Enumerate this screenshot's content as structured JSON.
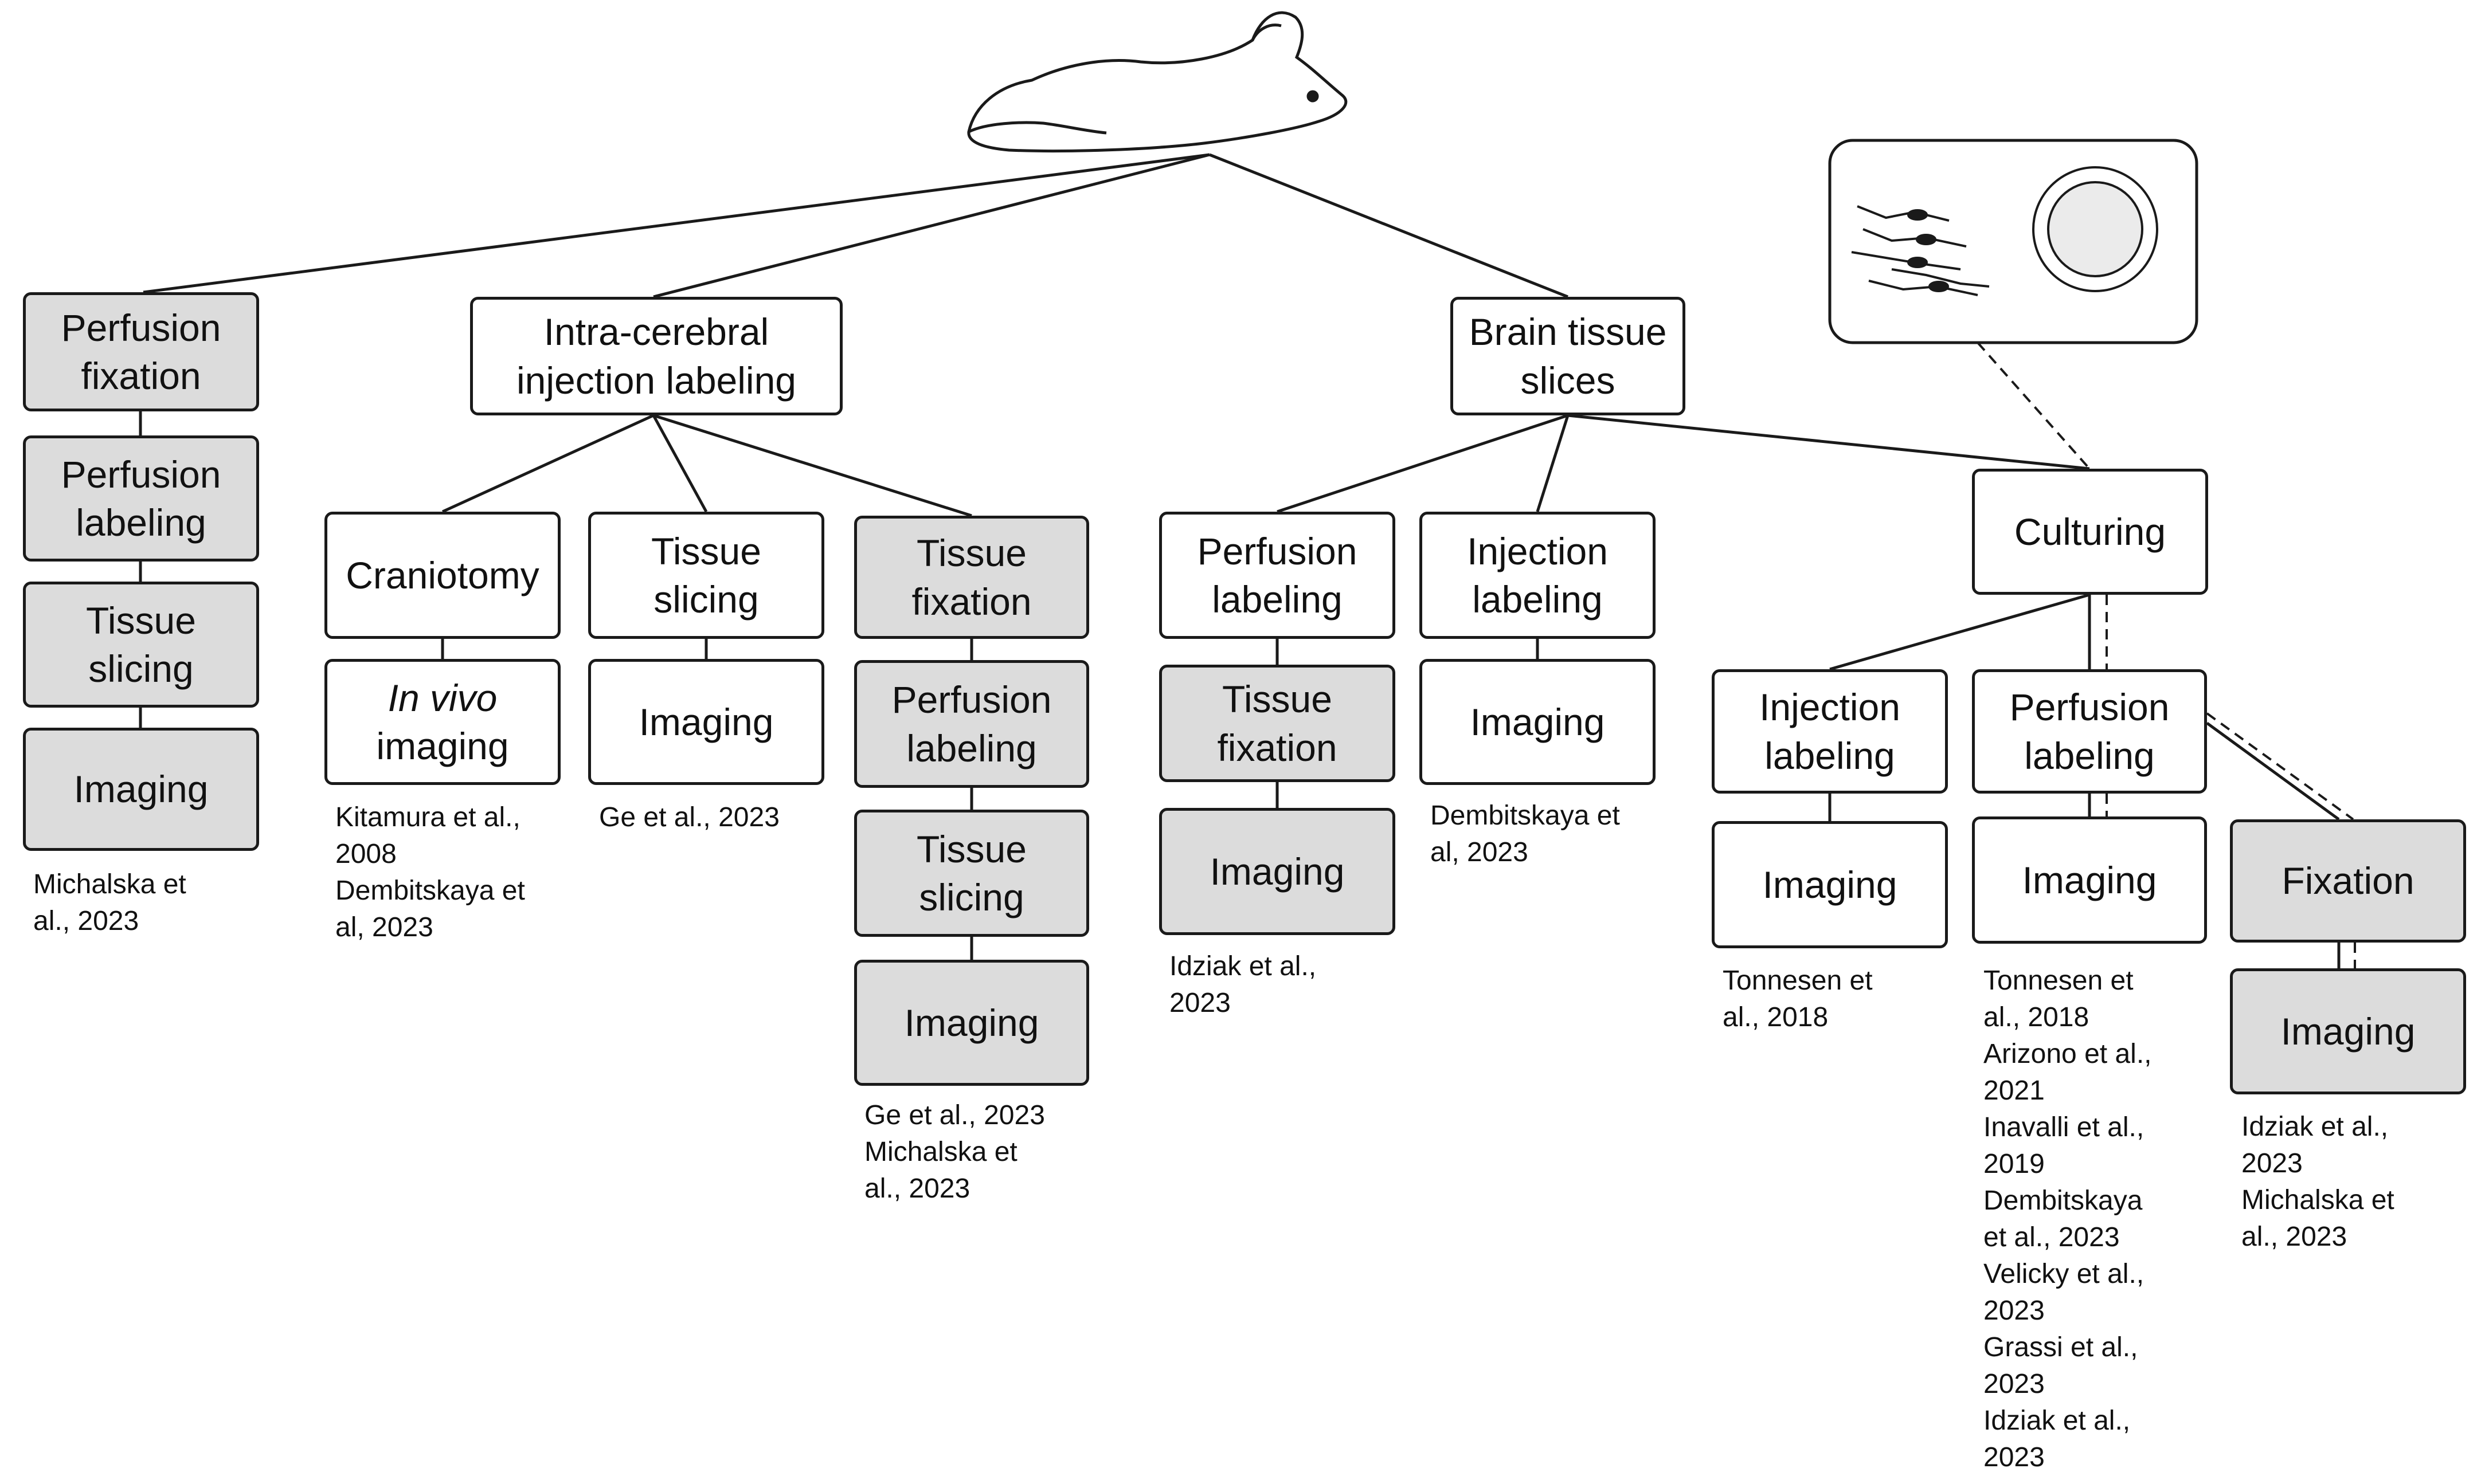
{
  "root": {
    "icon": "mouse-icon"
  },
  "inset": {
    "icons": [
      "neurons-icon",
      "organoid-icon"
    ]
  },
  "col1": {
    "steps": [
      "Perfusion\nfixation",
      "Perfusion\nlabeling",
      "Tissue\nslicing",
      "Imaging"
    ],
    "citation": "Michalska et\nal., 2023"
  },
  "intracerebral": {
    "label": "Intra-cerebral\ninjection labeling",
    "craniotomy": {
      "label": "Craniotomy",
      "imaging_em": "In vivo",
      "imaging_rest": "imaging",
      "citation": "Kitamura et al.,\n2008\nDembitskaya et\nal, 2023"
    },
    "tissue_slicing": {
      "label": "Tissue\nslicing",
      "imaging": "Imaging",
      "citation": "Ge et al., 2023"
    },
    "fixation_branch": {
      "steps": [
        "Tissue\nfixation",
        "Perfusion\nlabeling",
        "Tissue\nslicing",
        "Imaging"
      ],
      "citation": "Ge et al., 2023\nMichalska et\nal., 2023"
    }
  },
  "brain_slices": {
    "label": "Brain tissue\nslices",
    "perfusion_branch": {
      "steps": [
        "Perfusion\nlabeling",
        "Tissue\nfixation",
        "Imaging"
      ],
      "citation": "Idziak et al.,\n2023"
    },
    "injection_branch": {
      "steps": [
        "Injection\nlabeling",
        "Imaging"
      ],
      "citation": "Dembitskaya et\nal, 2023"
    },
    "culturing": {
      "label": "Culturing",
      "injection_branch": {
        "steps": [
          "Injection\nlabeling",
          "Imaging"
        ],
        "citation": "Tonnesen et\nal., 2018"
      },
      "perfusion_branch": {
        "steps": [
          "Perfusion\nlabeling",
          "Imaging"
        ],
        "citation": "Tonnesen et\nal., 2018\nArizono et al.,\n2021\nInavalli et al.,\n2019\nDembitskaya\net al., 2023\nVelicky et al.,\n2023\nGrassi et al.,\n2023\nIdziak et al.,\n2023"
      },
      "fixation_branch": {
        "steps": [
          "Fixation",
          "Imaging"
        ],
        "citation": "Idziak et al.,\n2023\nMichalska et\nal., 2023"
      }
    }
  }
}
